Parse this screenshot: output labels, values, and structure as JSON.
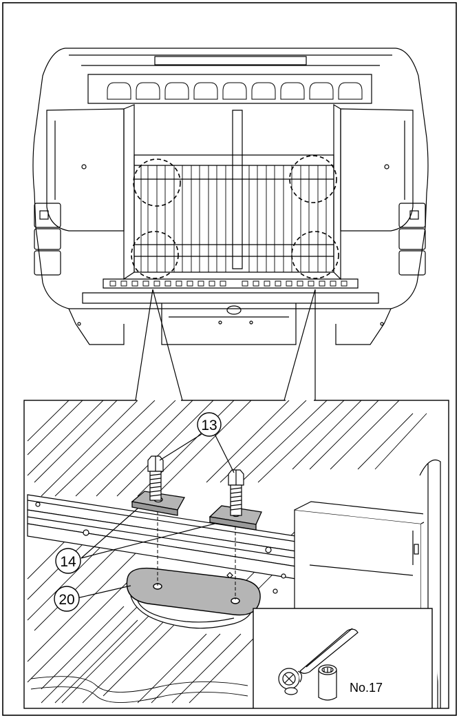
{
  "callouts": {
    "bolt": "13",
    "washer": "14",
    "plate": "20"
  },
  "tool": {
    "socket_label": "No.17"
  },
  "colors": {
    "line": "#000000",
    "part_fill": "#b5b5b5",
    "part_fill_dark": "#9a9a9a",
    "background": "#ffffff"
  }
}
